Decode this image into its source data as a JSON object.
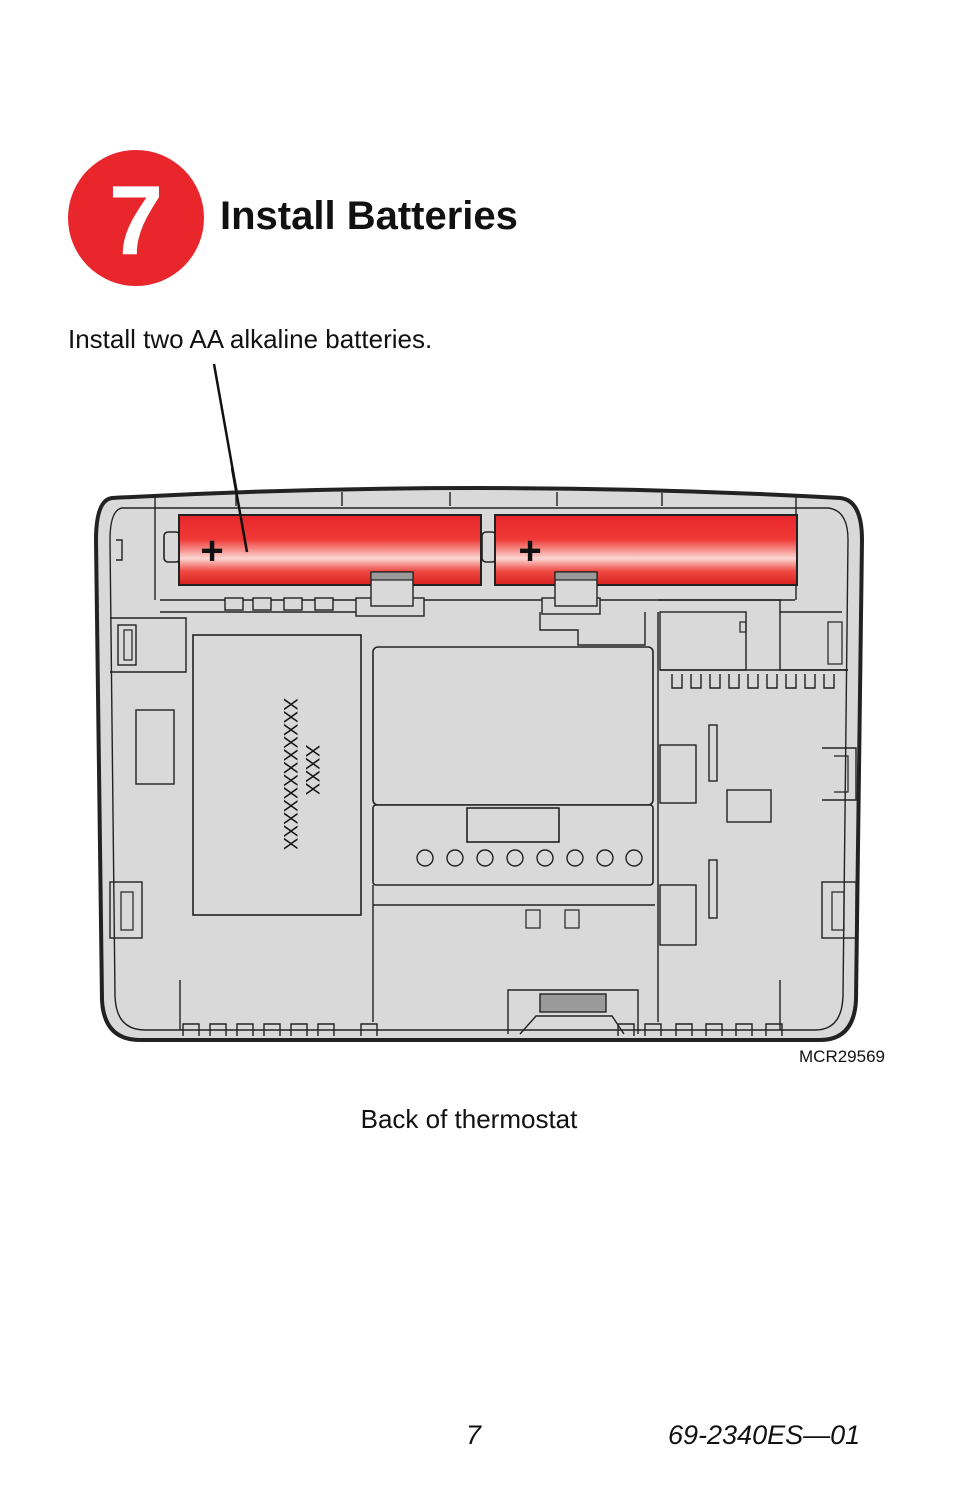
{
  "step": {
    "number": "7",
    "title": "Install Batteries"
  },
  "instruction": "Install two AA alkaline batteries.",
  "figure": {
    "caption": "Back of thermostat",
    "code": "MCR29569",
    "label_line1": "XXXXXXXXXXXX",
    "label_line2": "XXXX",
    "battery_polarity": "+"
  },
  "colors": {
    "badge": "#e8262c",
    "battery": "#e8262c",
    "housing": "#d9d9d9"
  },
  "footer": {
    "page": "7",
    "doc_number": "69-2340ES—01"
  }
}
